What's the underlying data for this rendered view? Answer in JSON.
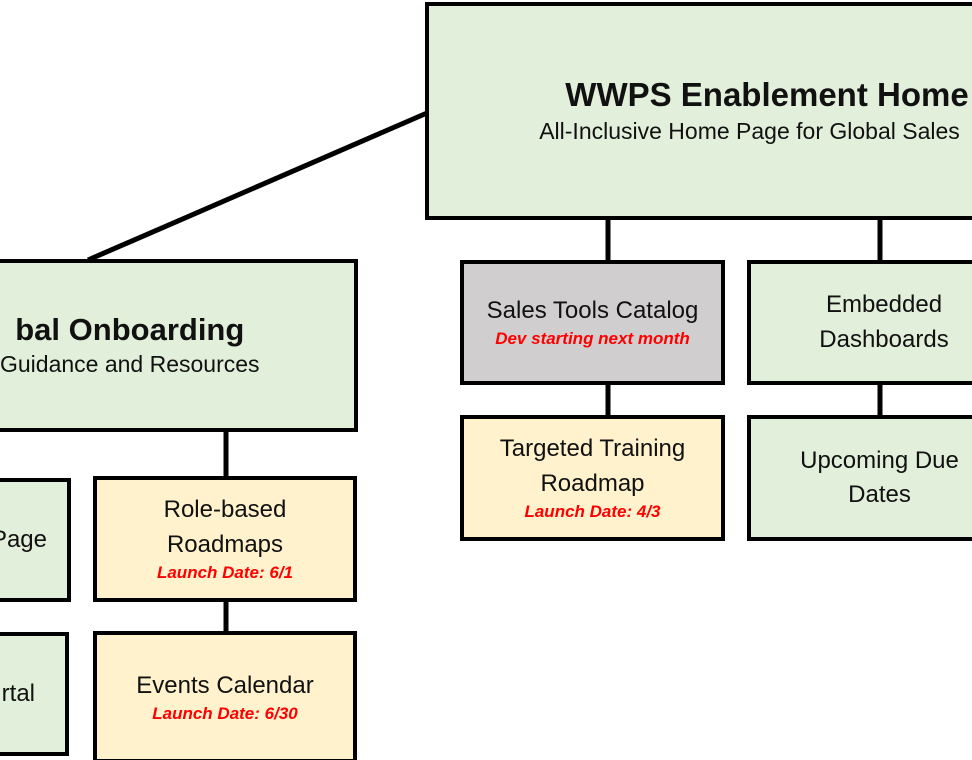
{
  "home": {
    "title": "WWPS Enablement Home",
    "subtitle": "All-Inclusive Home Page for Global Sales"
  },
  "onboarding": {
    "title": "bal Onboarding",
    "subtitle": "Guidance and Resources"
  },
  "left_partial_1": {
    "label": "Page"
  },
  "left_partial_2": {
    "label": "rtal"
  },
  "role_roadmaps": {
    "line1": "Role-based",
    "line2": "Roadmaps",
    "note": "Launch Date: 6/1"
  },
  "events_calendar": {
    "title": "Events Calendar",
    "note": "Launch Date: 6/30"
  },
  "sales_tools": {
    "title": "Sales Tools Catalog",
    "note": "Dev starting next month"
  },
  "targeted_training": {
    "line1": "Targeted Training",
    "line2": "Roadmap",
    "note": "Launch Date: 4/3"
  },
  "dashboards": {
    "line1": "Embedded",
    "line2": "Dashboards"
  },
  "due_dates": {
    "line1": "Upcoming Due",
    "line2": "Dates"
  },
  "colors": {
    "green_fill": "#e2efda",
    "yellow_fill": "#fff2cc",
    "gray_fill": "#d0cece",
    "note_red": "#ff0000",
    "border": "#000000"
  }
}
